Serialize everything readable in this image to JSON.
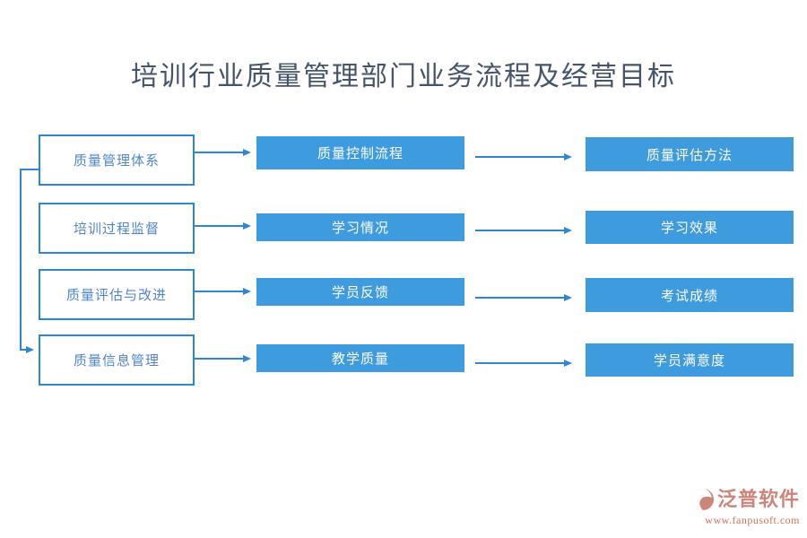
{
  "title": "培训行业质量管理部门业务流程及经营目标",
  "colors": {
    "box_fill_blue": "#3E9BDE",
    "box_border_blue": "#2E86D4",
    "source_text_blue": "#4F86C6",
    "title_color": "#44546A",
    "watermark_salmon": "#CE8579",
    "watermark_url_red": "#D4705C"
  },
  "flow": {
    "rows": [
      {
        "source": "质量管理体系",
        "process": "质量控制流程",
        "target": "质量评估方法"
      },
      {
        "source": "培训过程监督",
        "process": "学习情况",
        "target": "学习效果"
      },
      {
        "source": "质量评估与改进",
        "process": "学员反馈",
        "target": "考试成绩"
      },
      {
        "source": "质量信息管理",
        "process": "教学质量",
        "target": "学员满意度"
      }
    ]
  },
  "watermark": {
    "brand": "泛普软件",
    "url": "www.fanpusoft.com",
    "icon": "fanpu-logo-icon"
  }
}
